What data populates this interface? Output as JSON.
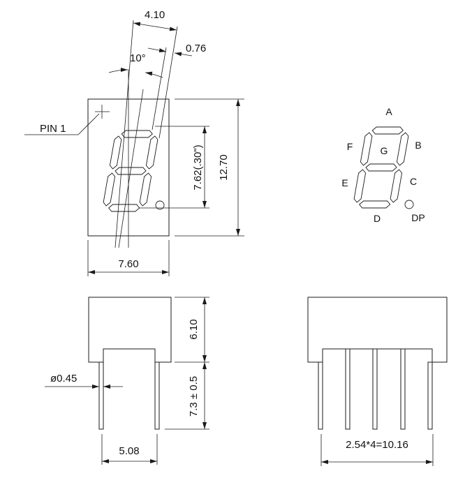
{
  "front_view": {
    "pin1_label": "PIN 1",
    "slant_angle": "10°",
    "segment_pitch": "4.10",
    "segment_width": "0.76",
    "digit_height": "7.62(.30\")",
    "body_height": "12.70",
    "body_width": "7.60"
  },
  "segment_map": {
    "labels": {
      "a": "A",
      "b": "B",
      "c": "C",
      "d": "D",
      "e": "E",
      "f": "F",
      "g": "G",
      "dp": "DP"
    }
  },
  "side_view": {
    "body_depth": "6.10",
    "pin_length": "7.3 ± 0.5",
    "pin_diameter": "ø0.45",
    "row_spacing": "5.08"
  },
  "bottom_view": {
    "pin_pitch": "2.54*4=10.16"
  },
  "colors": {
    "line": "#1a1a1a",
    "background": "#ffffff"
  }
}
